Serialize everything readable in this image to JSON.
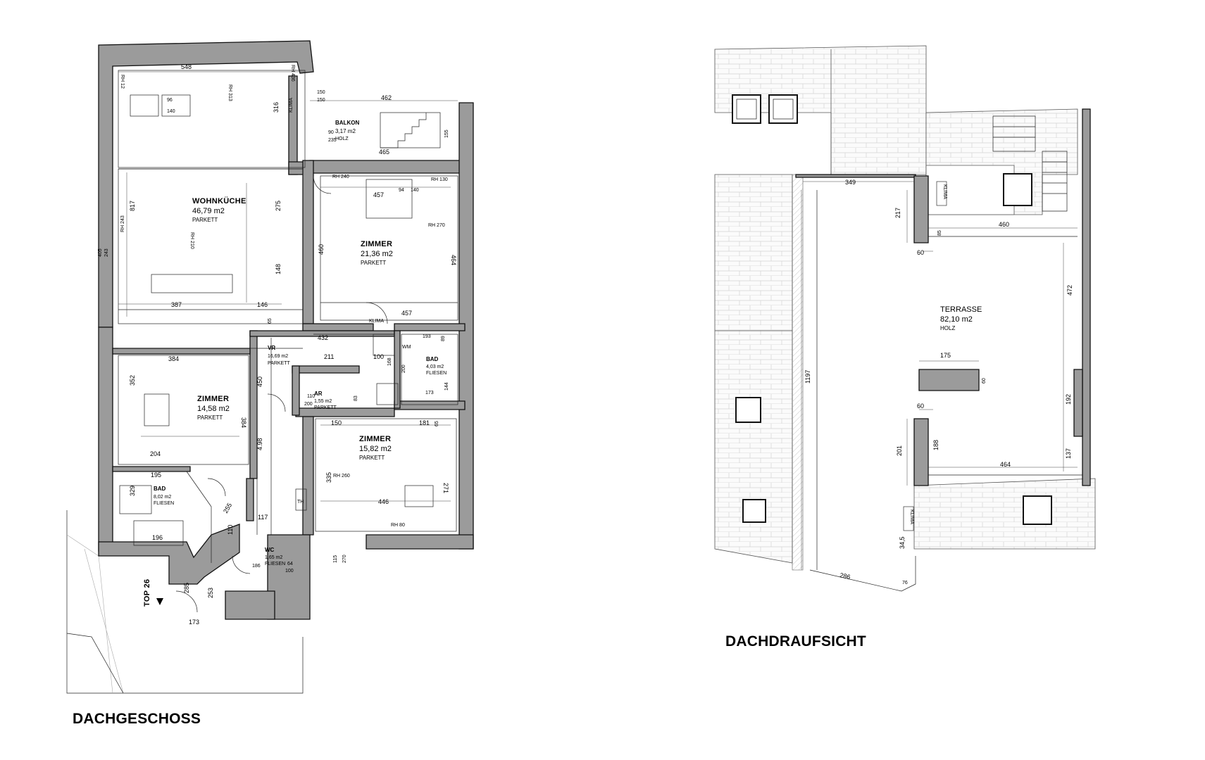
{
  "plans": {
    "dachgeschoss": {
      "title": "DACHGESCHOSS",
      "unit_label": "TOP 26",
      "rooms": [
        {
          "id": "wohnkueche",
          "name": "WOHNKÜCHE",
          "area": "46,79 m2",
          "floor": "PARKETT"
        },
        {
          "id": "zimmer1",
          "name": "ZIMMER",
          "area": "21,36 m2",
          "floor": "PARKETT"
        },
        {
          "id": "zimmer2",
          "name": "ZIMMER",
          "area": "14,58 m2",
          "floor": "PARKETT"
        },
        {
          "id": "zimmer3",
          "name": "ZIMMER",
          "area": "15,82 m2",
          "floor": "PARKETT"
        },
        {
          "id": "balkon",
          "name": "BALKON",
          "area": "3,17 m2",
          "floor": "HOLZ"
        },
        {
          "id": "vr",
          "name": "VR",
          "area": "16,69 m2",
          "floor": "PARKETT"
        },
        {
          "id": "ar",
          "name": "AR",
          "area": "1,55 m2",
          "floor": "PARKETT"
        },
        {
          "id": "bad1",
          "name": "BAD",
          "area": "4,03 m2",
          "floor": "FLIESEN"
        },
        {
          "id": "bad2",
          "name": "BAD",
          "area": "8,02 m2",
          "floor": "FLIESEN"
        },
        {
          "id": "wc",
          "name": "WC",
          "area": "1,65 m2",
          "floor": "FLIESEN"
        }
      ],
      "labels": [
        "KLIMA",
        "KLIMA",
        "WM",
        "TH",
        "RH 240",
        "RH 270",
        "RH 313",
        "RH 436",
        "RH 12",
        "RH 243",
        "RH 210",
        "RH 130",
        "RH 260",
        "RH 80"
      ],
      "dimensions": [
        "548",
        "462",
        "316",
        "150",
        "150",
        "90",
        "235",
        "465",
        "155",
        "817",
        "275",
        "457",
        "94",
        "140",
        "460",
        "464",
        "148",
        "387",
        "146",
        "432",
        "211",
        "100",
        "457",
        "193",
        "89",
        "384",
        "352",
        "204",
        "384",
        "450",
        "4.98",
        "150",
        "181",
        "65",
        "335",
        "271",
        "446",
        "195",
        "329",
        "196",
        "110",
        "117",
        "255",
        "253",
        "285",
        "173",
        "186",
        "64",
        "100",
        "115",
        "270",
        "83",
        "200",
        "168",
        "144",
        "173",
        "110",
        "200",
        "65",
        "96",
        "140",
        "405",
        "243"
      ]
    },
    "dachdraufsicht": {
      "title": "DACHDRAUFSICHT",
      "rooms": [
        {
          "id": "terrasse",
          "name": "TERRASSE",
          "area": "82,10 m2",
          "floor": "HOLZ"
        }
      ],
      "labels": [
        "KLIMA",
        "KLIMA"
      ],
      "dimensions": [
        "349",
        "217",
        "85",
        "460",
        "60",
        "472",
        "1197",
        "175",
        "60",
        "60",
        "192",
        "201",
        "188",
        "137",
        "464",
        "34,5",
        "286",
        "76"
      ]
    }
  }
}
